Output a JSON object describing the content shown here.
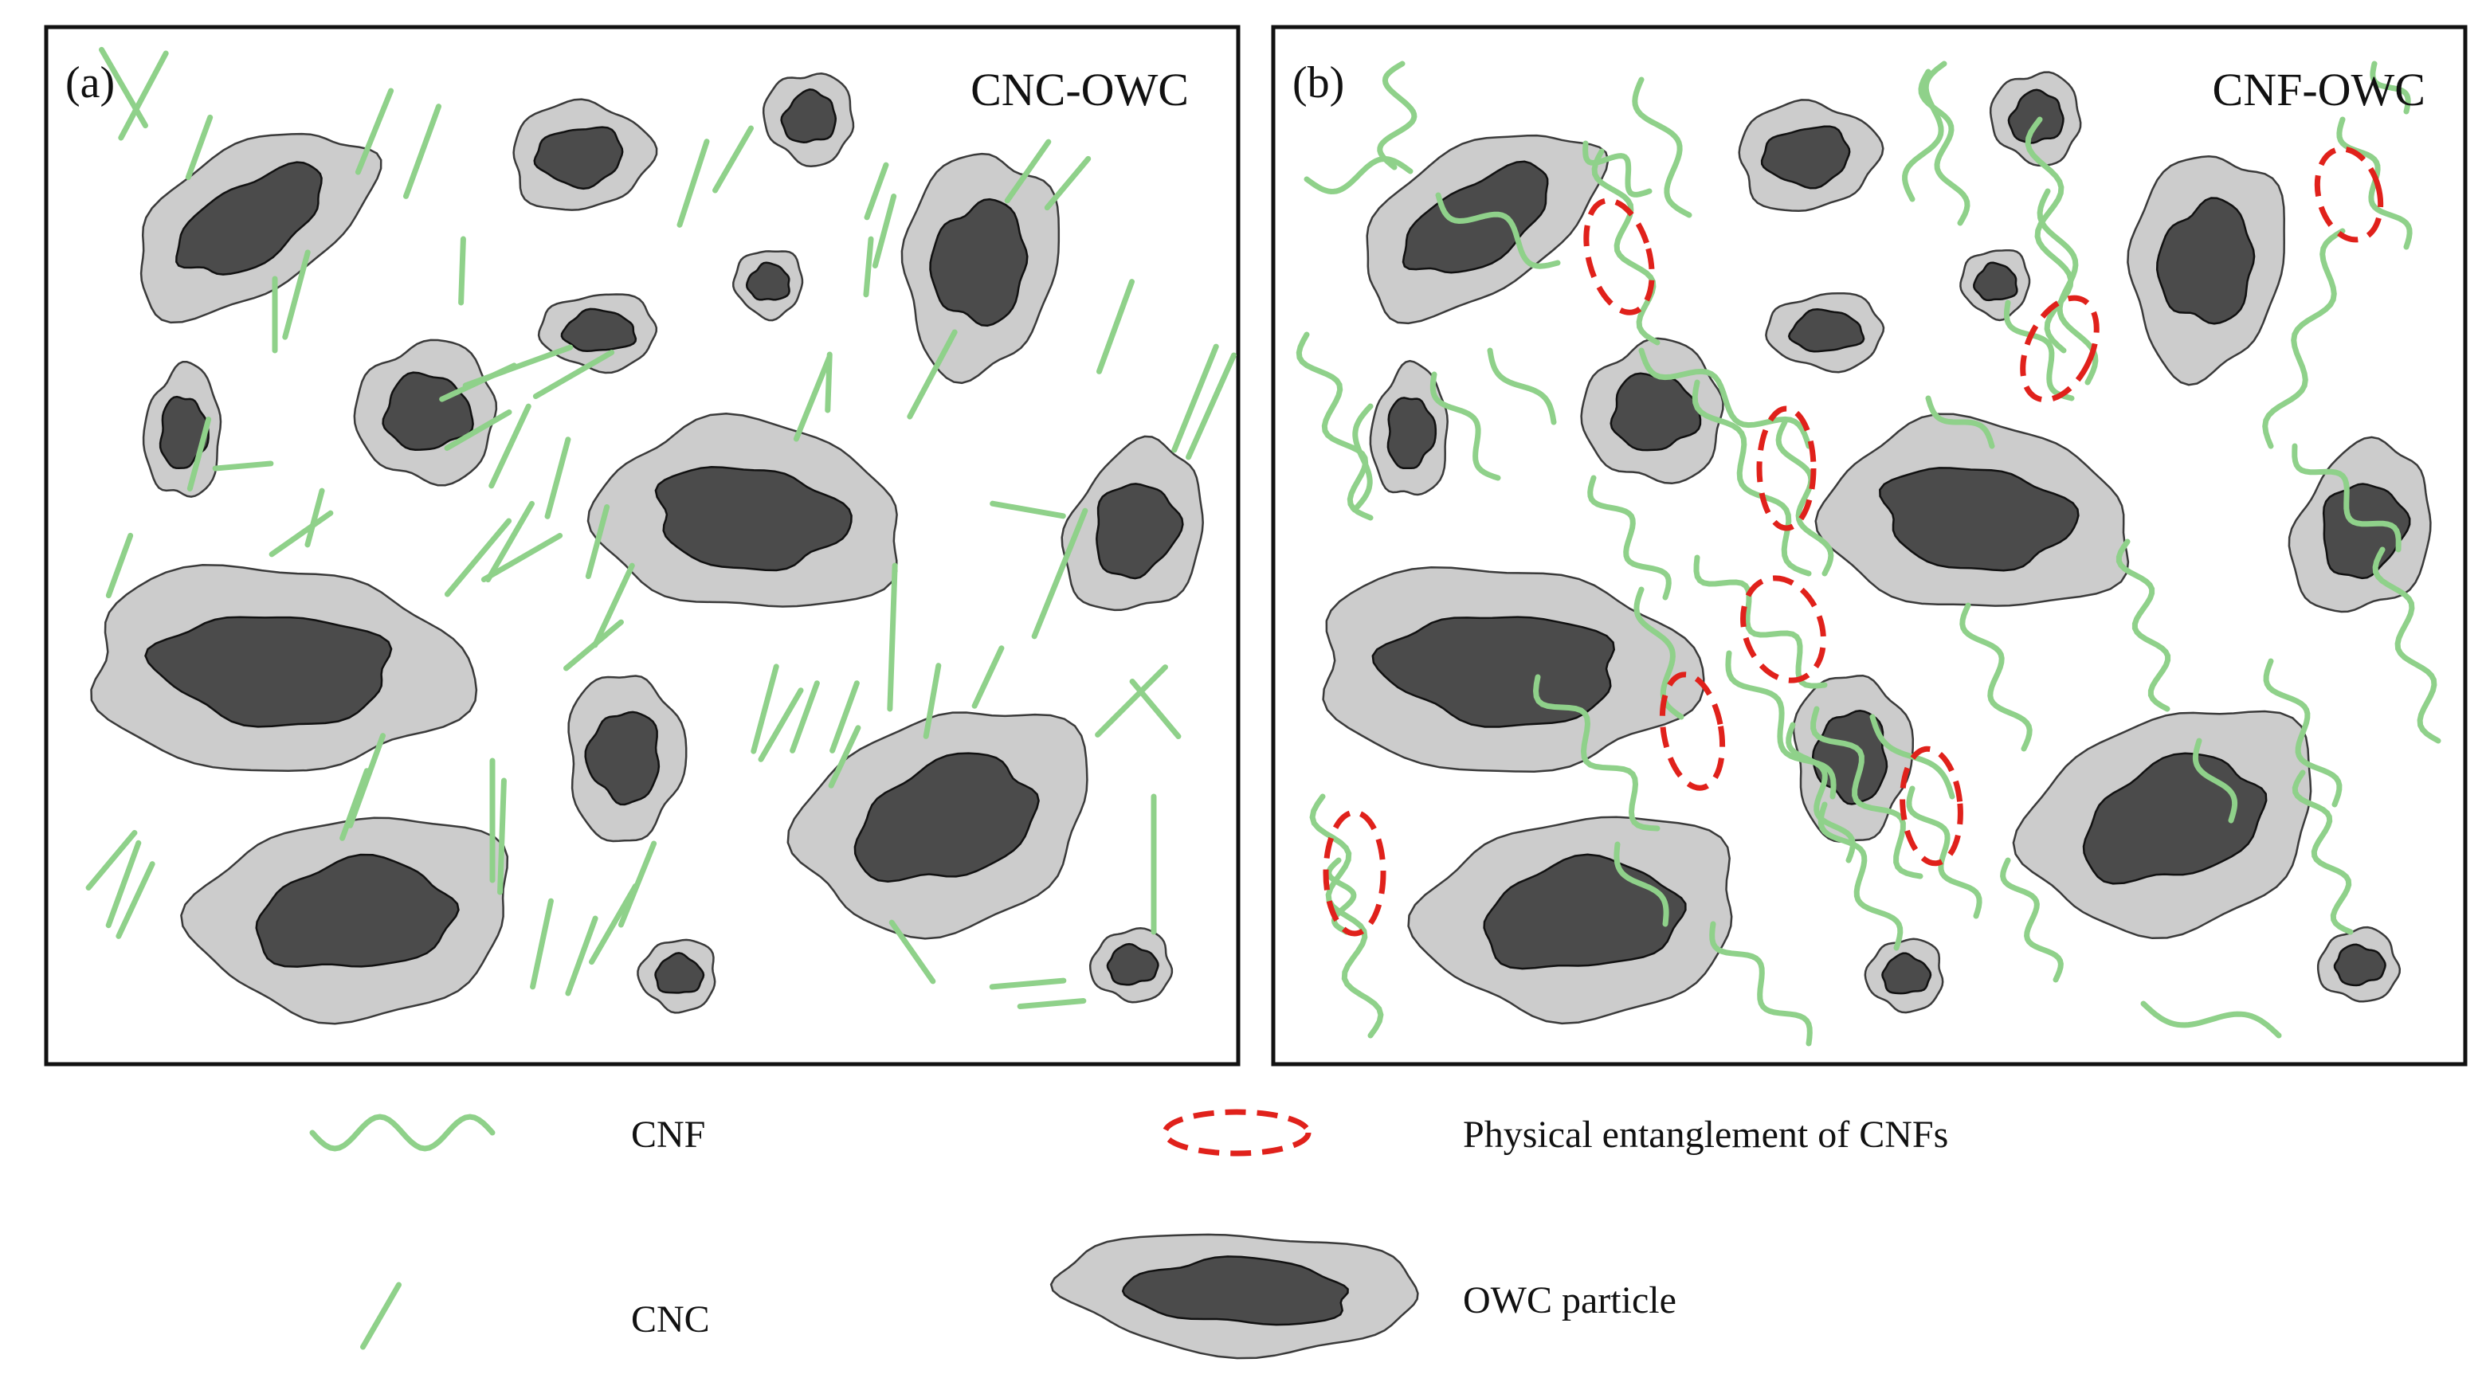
{
  "colors": {
    "fiber": "#8fd18a",
    "entanglement": "#e0211b",
    "particle_outer": "#cccccc",
    "particle_inner": "#4b4b4b"
  },
  "panels": [
    {
      "letter": "(a)",
      "title": "CNC-OWC"
    },
    {
      "letter": "(b)",
      "title": "CNF-OWC"
    }
  ],
  "legend": {
    "cnf": "CNF",
    "cnc": "CNC",
    "entanglement": "Physical  entanglement  of  CNFs",
    "particle": "OWC particle"
  }
}
